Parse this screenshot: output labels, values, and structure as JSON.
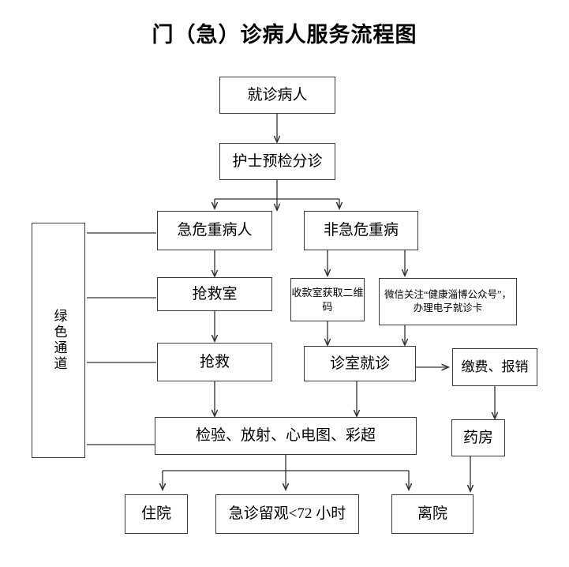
{
  "page": {
    "title": "门（急）诊病人服务流程图",
    "background": "#ffffff",
    "line_color": "#2f2f2f",
    "text_color": "#000000"
  },
  "nodes": {
    "patient": "就诊病人",
    "nurse_triage": "护士预检分诊",
    "critical": "急危重病人",
    "non_critical": "非急危重病",
    "green_channel": "绿色通道",
    "rescue_room": "抢救室",
    "cashier_qr": "收款室获取二维码",
    "wechat": "微信关注“健康淄博公众号”，办理电子就诊卡",
    "rescue": "抢救",
    "clinic_visit": "诊室就诊",
    "payment": "缴费、报销",
    "pharmacy": "药房",
    "exams": "检验、放射、心电图、彩超",
    "admission": "住院",
    "observation": "急诊留观<72 小时",
    "discharge": "离院"
  },
  "edges": [
    {
      "from": "patient",
      "to": "nurse_triage"
    },
    {
      "from": "nurse_triage",
      "to": "critical"
    },
    {
      "from": "nurse_triage",
      "to": "non_critical"
    },
    {
      "from": "critical",
      "to": "rescue_room"
    },
    {
      "from": "non_critical",
      "to": "cashier_qr"
    },
    {
      "from": "non_critical",
      "to": "wechat"
    },
    {
      "from": "rescue_room",
      "to": "rescue"
    },
    {
      "from": "cashier_qr",
      "to": "clinic_visit"
    },
    {
      "from": "wechat",
      "to": "clinic_visit"
    },
    {
      "from": "clinic_visit",
      "to": "payment"
    },
    {
      "from": "clinic_visit",
      "to": "exams"
    },
    {
      "from": "rescue",
      "to": "exams"
    },
    {
      "from": "payment",
      "to": "pharmacy"
    },
    {
      "from": "pharmacy",
      "to": "discharge"
    },
    {
      "from": "exams",
      "to": "admission"
    },
    {
      "from": "exams",
      "to": "observation"
    },
    {
      "from": "exams",
      "to": "discharge"
    },
    {
      "from": "green_channel",
      "to": "critical"
    },
    {
      "from": "green_channel",
      "to": "rescue_room"
    },
    {
      "from": "green_channel",
      "to": "rescue"
    },
    {
      "from": "green_channel",
      "to": "exams"
    }
  ]
}
